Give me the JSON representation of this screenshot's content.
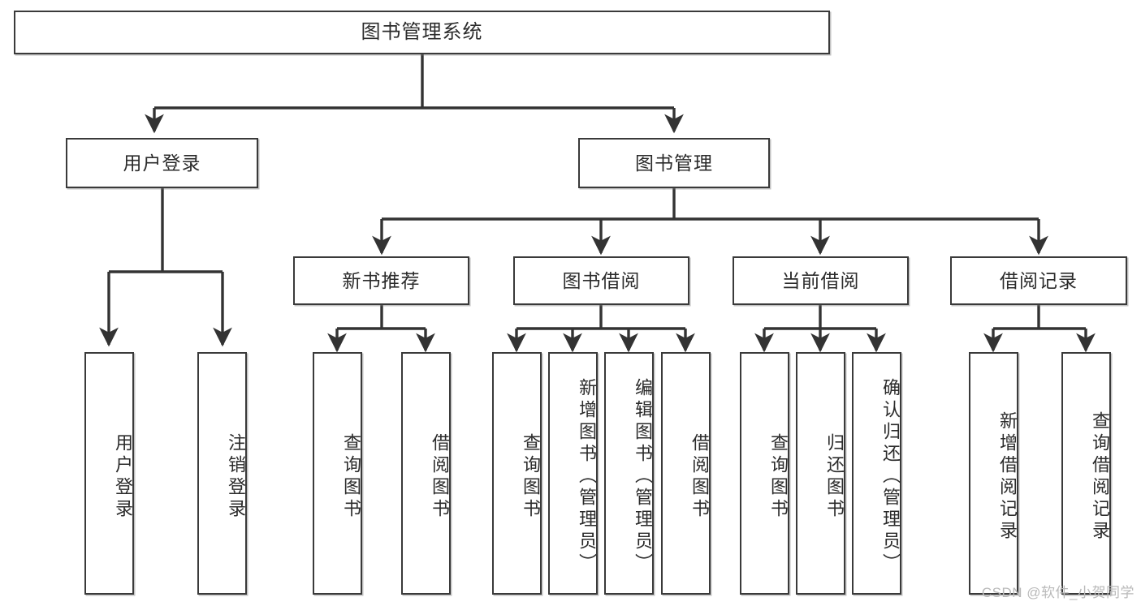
{
  "diagram": {
    "title": "图书管理系统",
    "type": "tree",
    "watermark": "CSDN @软件_小贺同学",
    "colors": {
      "box_border": "#3a3a3a",
      "box_fill": "#ffffff",
      "edge": "#333333",
      "text": "#2b2b2b",
      "watermark": "#b9b9b9"
    },
    "nodes": {
      "root": {
        "label": "图书管理系统",
        "level": 0,
        "orientation": "horizontal"
      },
      "login": {
        "label": "用户登录",
        "level": 1,
        "orientation": "horizontal"
      },
      "bookmgmt": {
        "label": "图书管理",
        "level": 1,
        "orientation": "horizontal"
      },
      "newbook": {
        "label": "新书推荐",
        "level": 2,
        "orientation": "horizontal"
      },
      "borrow": {
        "label": "图书借阅",
        "level": 2,
        "orientation": "horizontal"
      },
      "current": {
        "label": "当前借阅",
        "level": 2,
        "orientation": "horizontal"
      },
      "record": {
        "label": "借阅记录",
        "level": 2,
        "orientation": "horizontal"
      },
      "leaf_user_login": {
        "label": "用户登录",
        "level": 3,
        "orientation": "vertical",
        "parent": "login"
      },
      "leaf_user_logout": {
        "label": "注销登录",
        "level": 3,
        "orientation": "vertical",
        "parent": "login"
      },
      "leaf_nb_query": {
        "label": "查询图书",
        "level": 3,
        "orientation": "vertical",
        "parent": "newbook"
      },
      "leaf_nb_borrow": {
        "label": "借阅图书",
        "level": 3,
        "orientation": "vertical",
        "parent": "newbook"
      },
      "leaf_bl_query": {
        "label": "查询图书",
        "level": 3,
        "orientation": "vertical",
        "parent": "borrow"
      },
      "leaf_bl_add": {
        "label": "新增图书（管理员）",
        "level": 3,
        "orientation": "vertical",
        "parent": "borrow"
      },
      "leaf_bl_edit": {
        "label": "编辑图书（管理员）",
        "level": 3,
        "orientation": "vertical",
        "parent": "borrow"
      },
      "leaf_bl_borrow": {
        "label": "借阅图书",
        "level": 3,
        "orientation": "vertical",
        "parent": "borrow"
      },
      "leaf_cur_query": {
        "label": "查询图书",
        "level": 3,
        "orientation": "vertical",
        "parent": "current"
      },
      "leaf_cur_return": {
        "label": "归还图书",
        "level": 3,
        "orientation": "vertical",
        "parent": "current"
      },
      "leaf_cur_confirm": {
        "label": "确认归还（管理员）",
        "level": 3,
        "orientation": "vertical",
        "parent": "current"
      },
      "leaf_rec_add": {
        "label": "新增借阅记录",
        "level": 3,
        "orientation": "vertical",
        "parent": "record"
      },
      "leaf_rec_query": {
        "label": "查询借阅记录",
        "level": 3,
        "orientation": "vertical",
        "parent": "record"
      }
    }
  }
}
